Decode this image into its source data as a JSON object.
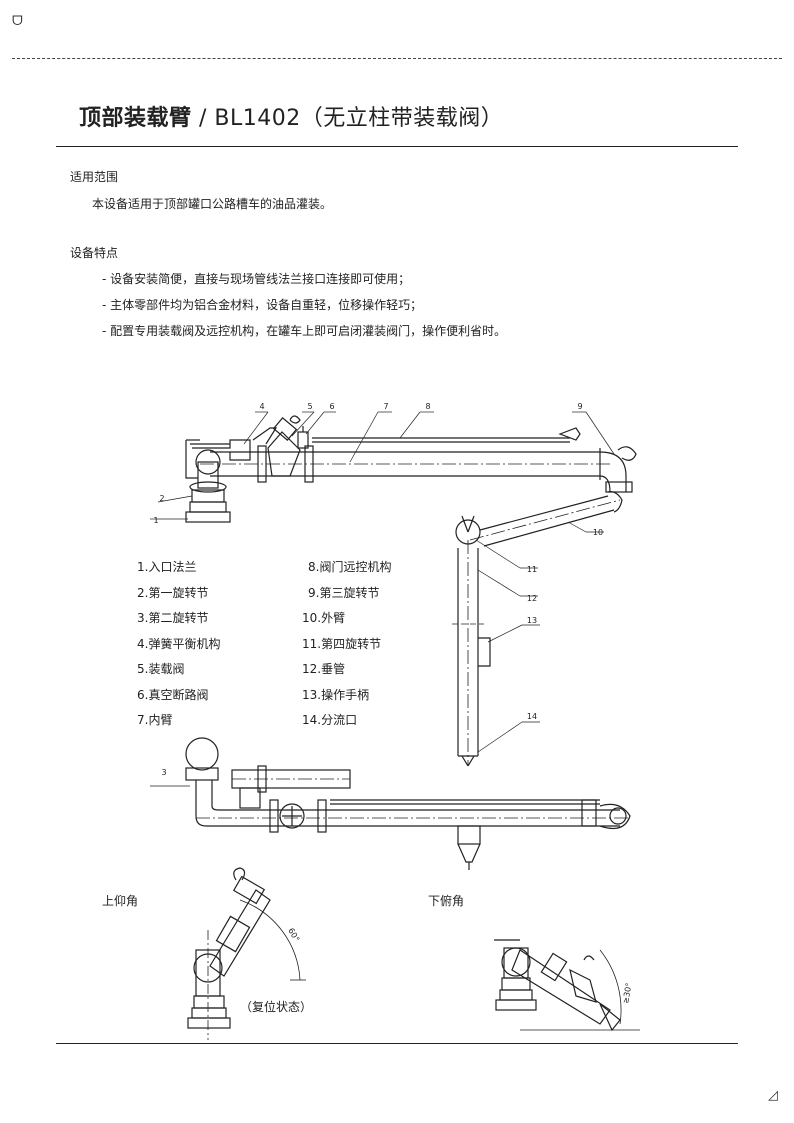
{
  "corners": {
    "top_left": "ᗜ",
    "bottom_right": "◿"
  },
  "title": {
    "bold": "顶部装载臂",
    "mid": " / BL1402",
    "tail": "（无立柱带装载阀）"
  },
  "scope": {
    "heading": "适用范围",
    "text": "本设备适用于顶部罐口公路槽车的油品灌装。"
  },
  "features": {
    "heading": "设备特点",
    "items": [
      "- 设备安装简便，直接与现场管线法兰接口连接即可使用；",
      "- 主体零部件均为铝合金材料，设备自重轻，位移操作轻巧；",
      "- 配置专用装载阀及远控机构，在罐车上即可启闭灌装阀门，操作便利省时。"
    ]
  },
  "legend_col1": [
    "1.入口法兰",
    "2.第一旋转节",
    "3.第二旋转节",
    "4.弹簧平衡机构",
    "5.装载阀",
    "6.真空断路阀",
    "7.内臂"
  ],
  "legend_col2": [
    "8.阀门远控机构",
    "9.第三旋转节",
    "10.外臂",
    "11.第四旋转节",
    "12.垂管",
    "13.操作手柄",
    "14.分流口"
  ],
  "callouts": {
    "n1": "1",
    "n2": "2",
    "n3": "3",
    "n4": "4",
    "n5": "5",
    "n6": "6",
    "n7": "7",
    "n8": "8",
    "n9": "9",
    "n10": "10",
    "n11": "11",
    "n12": "12",
    "n13": "13",
    "n14": "14"
  },
  "captions": {
    "up": "上仰角",
    "down": "下俯角",
    "reset": "（复位状态）",
    "angle_up": "60°",
    "angle_down": "≥30°"
  }
}
